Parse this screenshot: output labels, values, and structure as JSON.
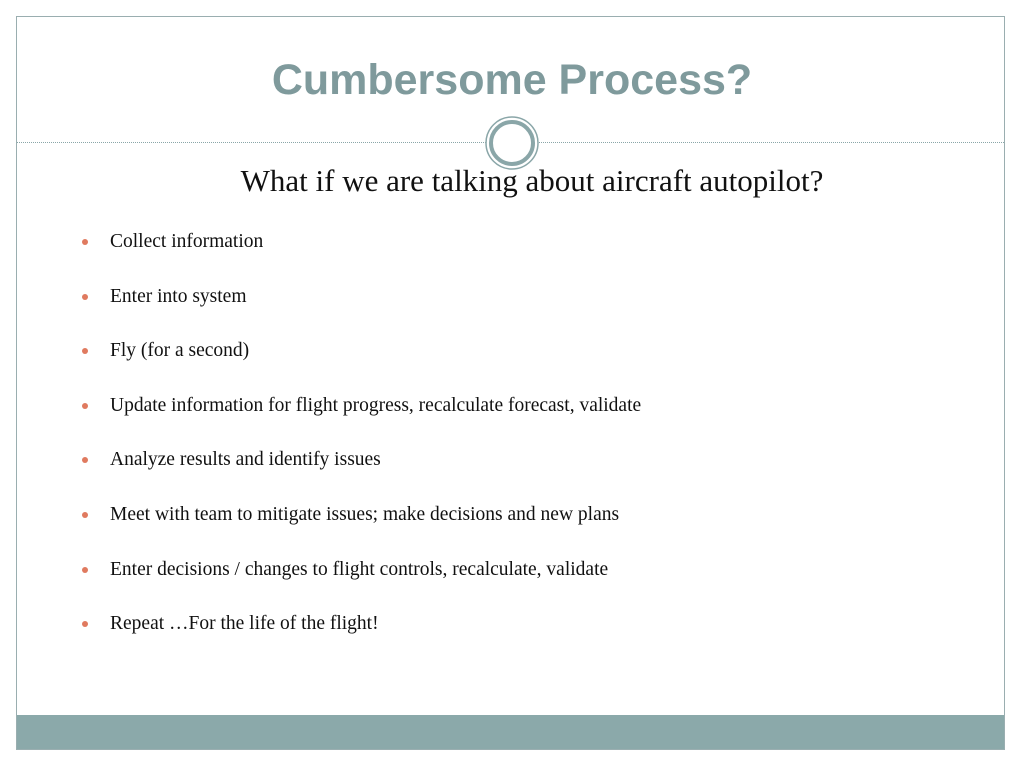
{
  "slide": {
    "title": "Cumbersome Process?",
    "subtitle": "What if we are talking about aircraft autopilot?",
    "bullets": [
      "Collect information",
      "Enter into system",
      "Fly (for a second)",
      "Update information for flight progress, recalculate forecast, validate",
      "Analyze results and identify issues",
      "Meet with team to mitigate issues; make decisions and new plans",
      "Enter decisions / changes to flight controls, recalculate, validate",
      "Repeat …For the life of the flight!"
    ]
  },
  "theme": {
    "title_color": "#7f9a9c",
    "accent_band_color": "#8ba9aa",
    "bullet_color": "#e07a5f",
    "ornament_icon": "double-circle-icon"
  }
}
